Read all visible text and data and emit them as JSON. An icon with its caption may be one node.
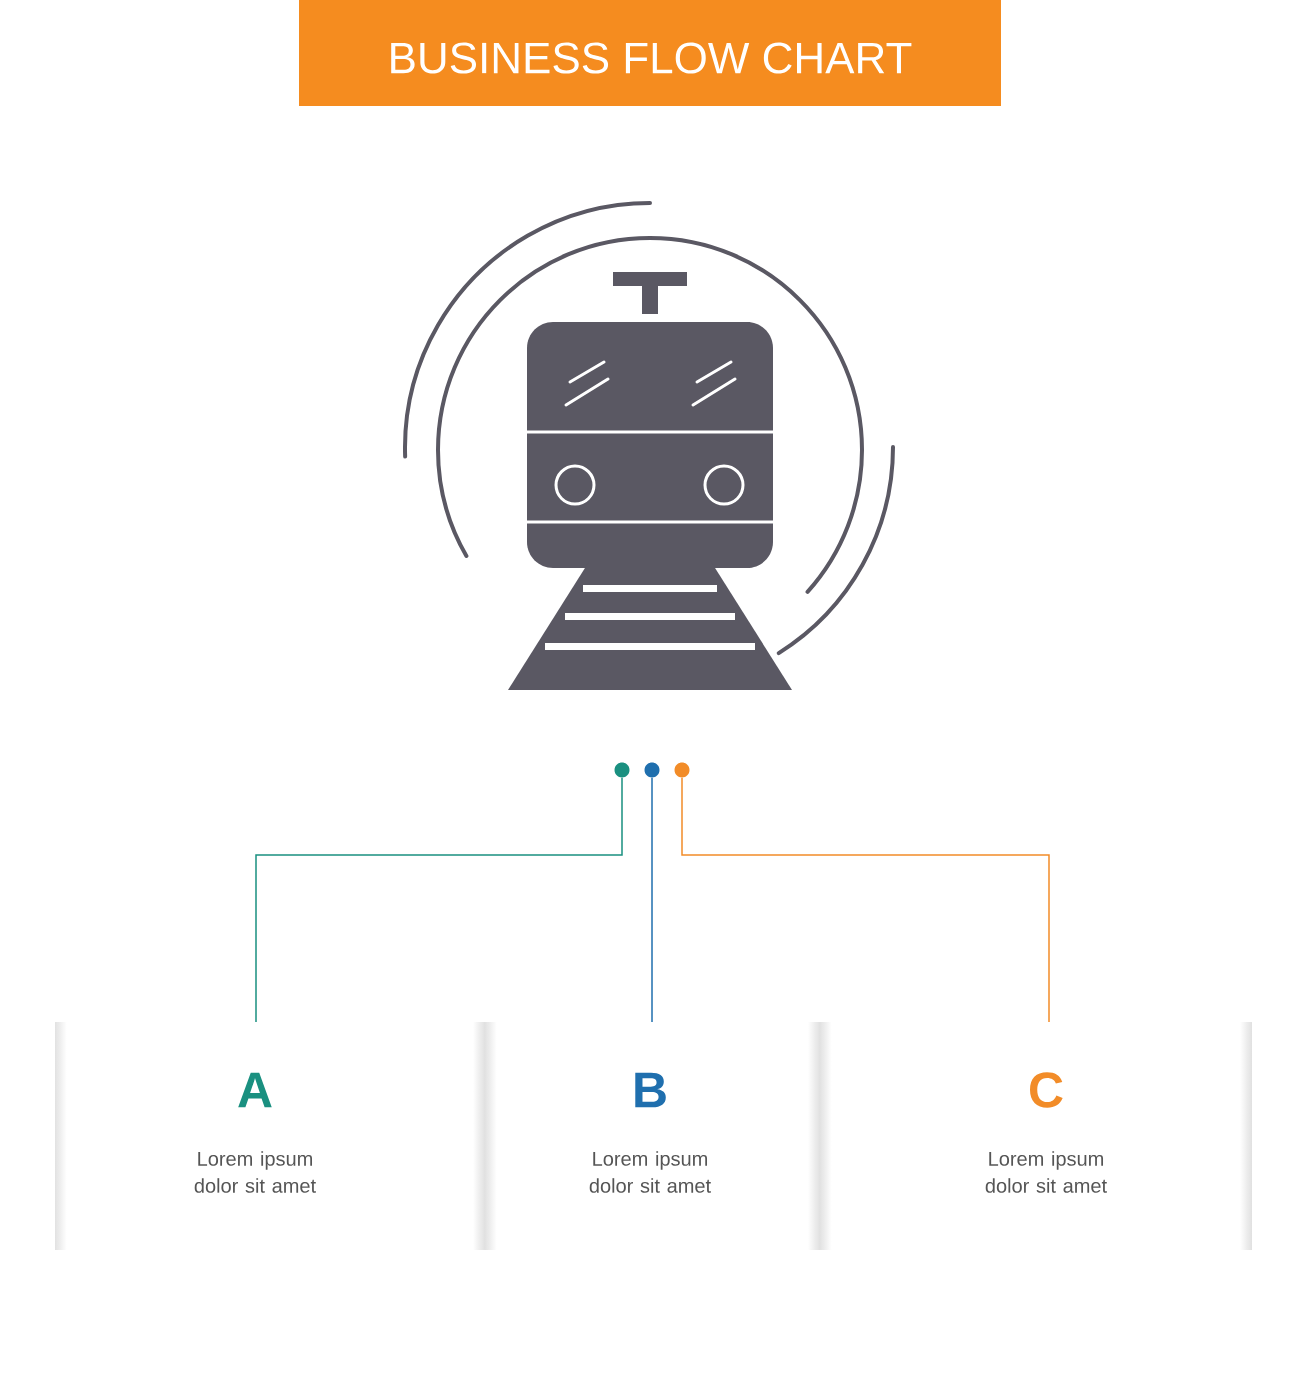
{
  "diagram": {
    "title": "BUSINESS FLOW CHART",
    "nodes": [
      {
        "text": [],
        "shape": "circle"
      },
      {
        "text": [],
        "shape": "circle"
      },
      {
        "text": [],
        "shape": "circle"
      },
      {
        "text": [
          "A",
          "Lorem ipsum dolor sit amet"
        ]
      },
      {
        "text": [
          "B",
          "Lorem ipsum dolor sit amet"
        ]
      },
      {
        "text": [
          "C",
          "Lorem ipsum dolor sit amet"
        ]
      }
    ],
    "edges": [
      {
        "from": 0,
        "to": 3,
        "arrow": "none",
        "color": "#1a9080"
      },
      {
        "from": 1,
        "to": 4,
        "arrow": "none",
        "color": "#1f6fae"
      },
      {
        "from": 2,
        "to": 5,
        "arrow": "none",
        "color": "#f28c28"
      }
    ]
  }
}
